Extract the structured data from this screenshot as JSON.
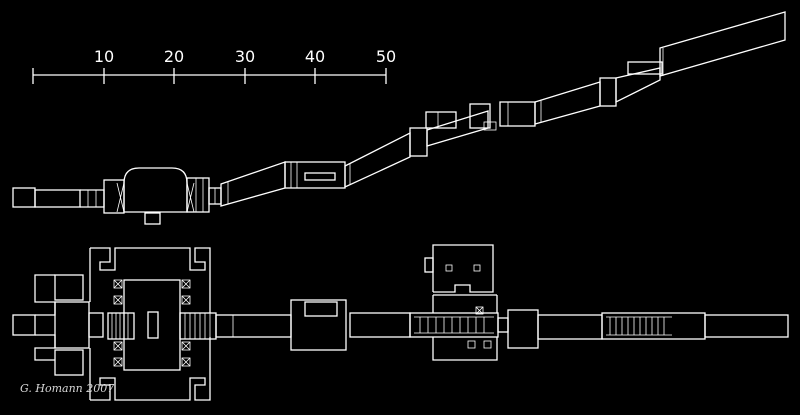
{
  "scale_bar": {
    "tick_labels": [
      "10",
      "20",
      "30",
      "40",
      "50"
    ]
  },
  "credit": "G. Homann 2007",
  "colors": {
    "background": "#000000",
    "line": "#ffffff"
  }
}
